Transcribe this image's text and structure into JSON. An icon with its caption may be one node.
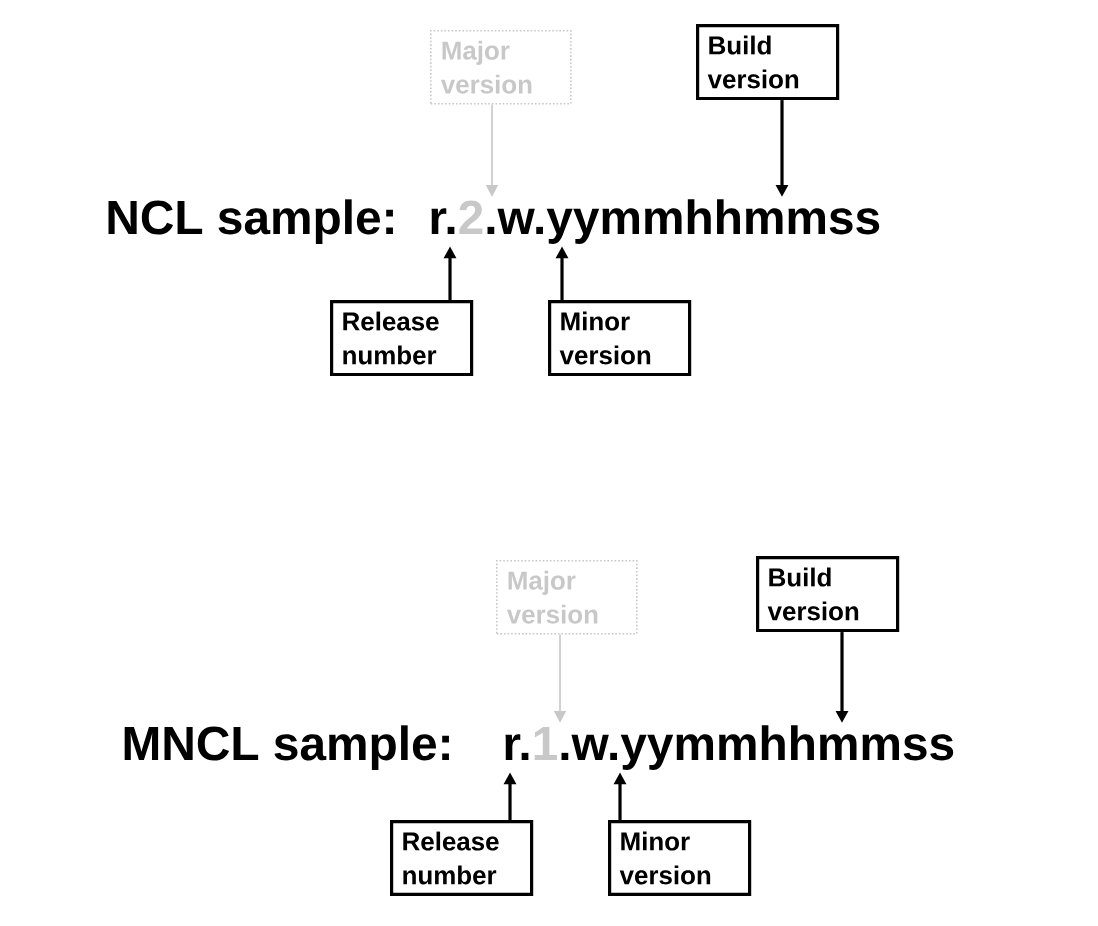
{
  "diagram": {
    "nodes": [
      {
        "text": [
          "Major version"
        ]
      },
      {
        "text": [
          "Build version"
        ]
      },
      {
        "text": [
          "r.",
          "2",
          ".w.yymmhhmmss"
        ]
      },
      {
        "text": [
          "Release number"
        ]
      },
      {
        "text": [
          "Minor version"
        ]
      },
      {
        "text": [
          "Major version"
        ]
      },
      {
        "text": [
          "Build version"
        ]
      },
      {
        "text": [
          "r.",
          "1",
          ".w.yymmhhmmss"
        ]
      },
      {
        "text": [
          "Release number"
        ]
      },
      {
        "text": [
          "Minor version"
        ]
      }
    ],
    "edges": [
      {
        "from": 0,
        "to": 2,
        "arrow": "to",
        "color": "#c8c8c8"
      },
      {
        "from": 1,
        "to": 2,
        "arrow": "to"
      },
      {
        "from": 3,
        "to": 2,
        "arrow": "to"
      },
      {
        "from": 4,
        "to": 2,
        "arrow": "to"
      },
      {
        "from": 5,
        "to": 7,
        "arrow": "to",
        "color": "#c8c8c8"
      },
      {
        "from": 6,
        "to": 7,
        "arrow": "to"
      },
      {
        "from": 8,
        "to": 7,
        "arrow": "to"
      },
      {
        "from": 9,
        "to": 7,
        "arrow": "to"
      }
    ],
    "labels": [
      "NCL sample:",
      "MNCL sample:"
    ]
  }
}
